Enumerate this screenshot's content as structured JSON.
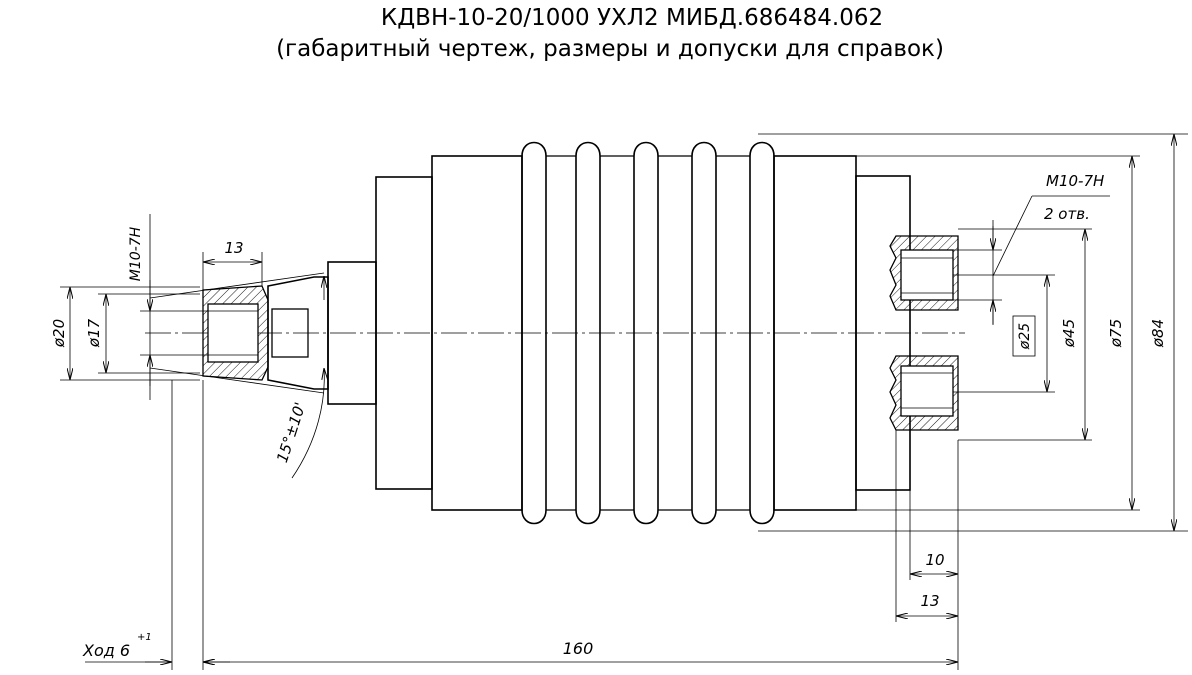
{
  "title": {
    "line1": "КДВН-10-20/1000 УХЛ2 МИБД.686484.062",
    "line2": "(габаритный чертеж, размеры и допуски для справок)"
  },
  "dimensions": {
    "d20": "ø20",
    "d17": "ø17",
    "thread_left": "M10-7H",
    "dim_13_top": "13",
    "angle": "15°±10'",
    "stroke": "Ход 6",
    "stroke_tol": "+1",
    "dim_160": "160",
    "thread_right": "M10-7H",
    "holes": "2 отв.",
    "d25": "ø25",
    "d45": "ø45",
    "d75": "ø75",
    "d84": "ø84",
    "dim_10": "10",
    "dim_13_bottom": "13"
  }
}
